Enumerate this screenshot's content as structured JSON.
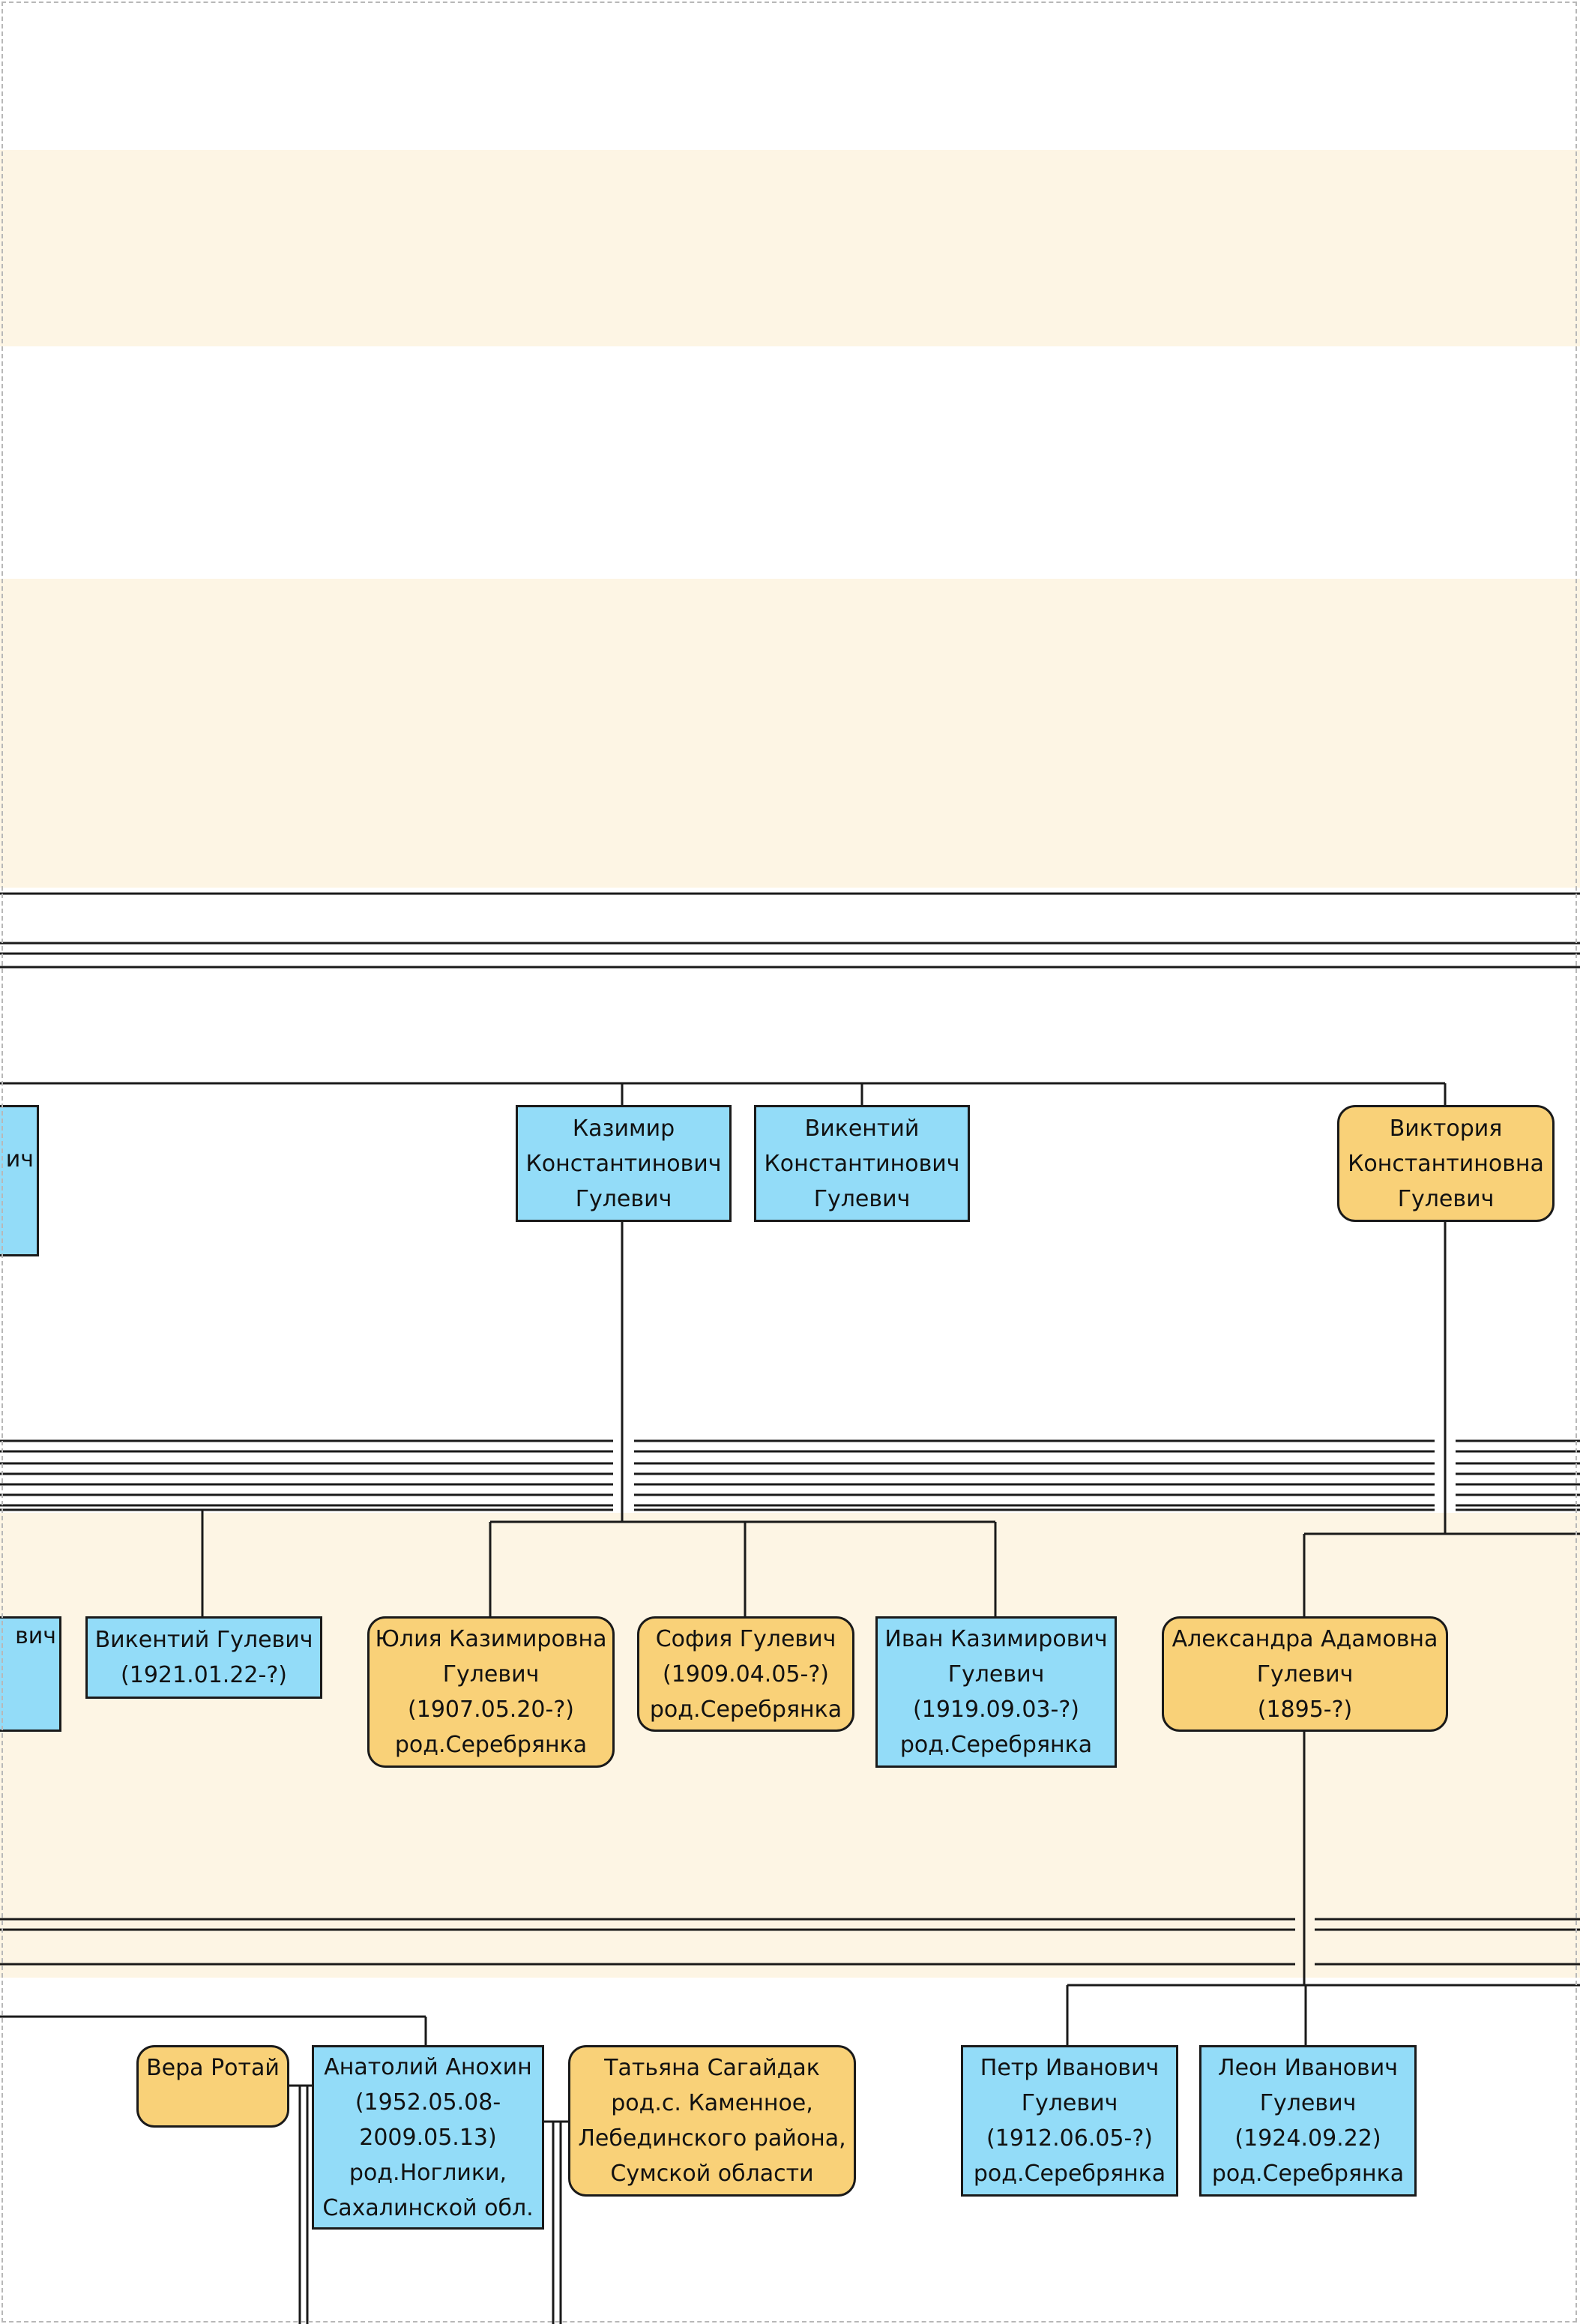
{
  "colors": {
    "male_box": "#93dcf8",
    "female_box": "#f9d178",
    "band": "#fdf5e4",
    "line": "#1a1a1a",
    "frame": "#b8b8b8"
  },
  "persons": {
    "kazimir": [
      "Казимир",
      "Константинович",
      "Гулевич"
    ],
    "vikentiy_k": [
      "Викентий",
      "Константинович",
      "Гулевич"
    ],
    "viktoria": [
      "Виктория",
      "Константиновна",
      "Гулевич"
    ],
    "left_partial_top": [
      "ич"
    ],
    "left_partial_mid": [
      "вич"
    ],
    "vikentiy_1921": [
      "Викентий Гулевич",
      "(1921.01.22-?)"
    ],
    "yulia": [
      "Юлия Казимировна",
      "Гулевич",
      "(1907.05.20-?)",
      "род.Серебрянка"
    ],
    "sofia": [
      "София Гулевич",
      "(1909.04.05-?)",
      "род.Серебрянка"
    ],
    "ivan": [
      "Иван Казимирович",
      "Гулевич",
      "(1919.09.03-?)",
      "род.Серебрянка"
    ],
    "alexandra": [
      "Александра Адамовна",
      "Гулевич",
      "(1895-?)"
    ],
    "vera": [
      "Вера Ротай"
    ],
    "anatoliy": [
      "Анатолий Анохин",
      "(1952.05.08-",
      "2009.05.13)",
      "род.Ноглики,",
      "Сахалинской обл."
    ],
    "tatyana": [
      "Татьяна Сагайдак",
      "род.с. Каменное,",
      "Лебединского района,",
      "Сумской области"
    ],
    "petr": [
      "Петр Иванович",
      "Гулевич",
      "(1912.06.05-?)",
      "род.Серебрянка"
    ],
    "leon": [
      "Леон Иванович",
      "Гулевич",
      "(1924.09.22)",
      "род.Серебрянка"
    ]
  }
}
